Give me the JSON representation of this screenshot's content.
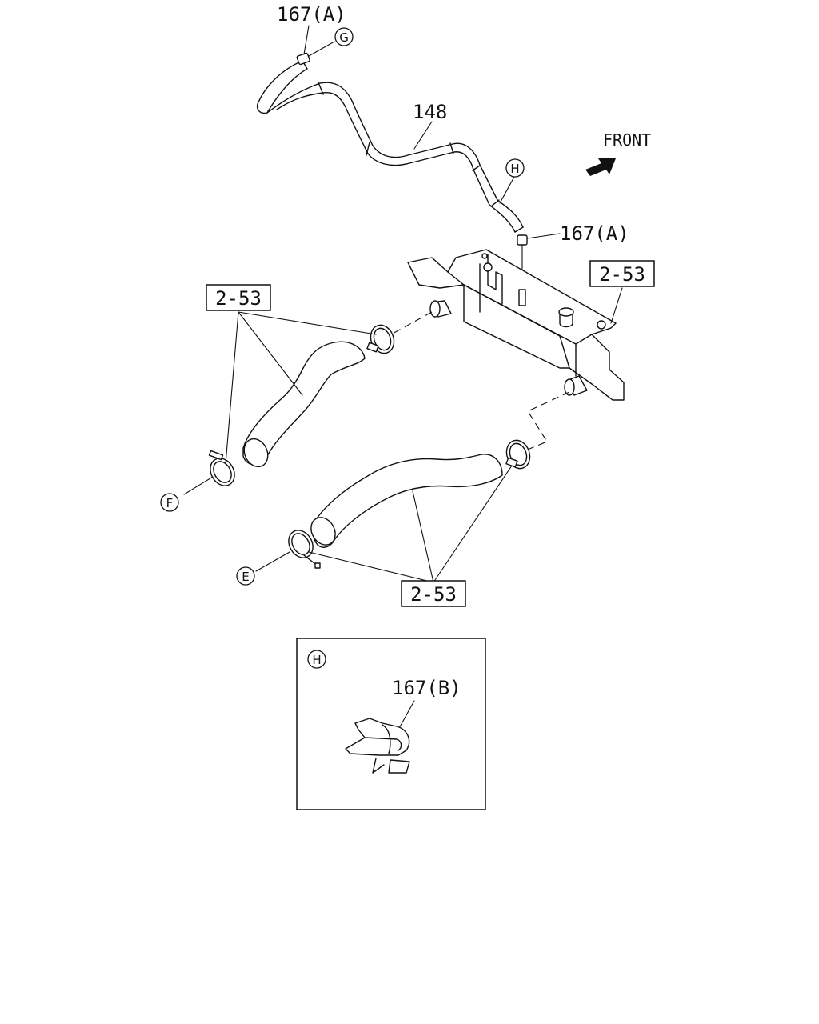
{
  "labels": {
    "part_167a_top": "167(A)",
    "part_167a_right": "167(A)",
    "part_148": "148",
    "part_167b": "167(B)",
    "ref_2_53_left": "2-53",
    "ref_2_53_right": "2-53",
    "ref_2_53_bottom": "2-53",
    "front": "FRONT"
  },
  "callouts": {
    "g": "G",
    "h": "H",
    "f": "F",
    "e": "E",
    "inset_h": "H"
  }
}
